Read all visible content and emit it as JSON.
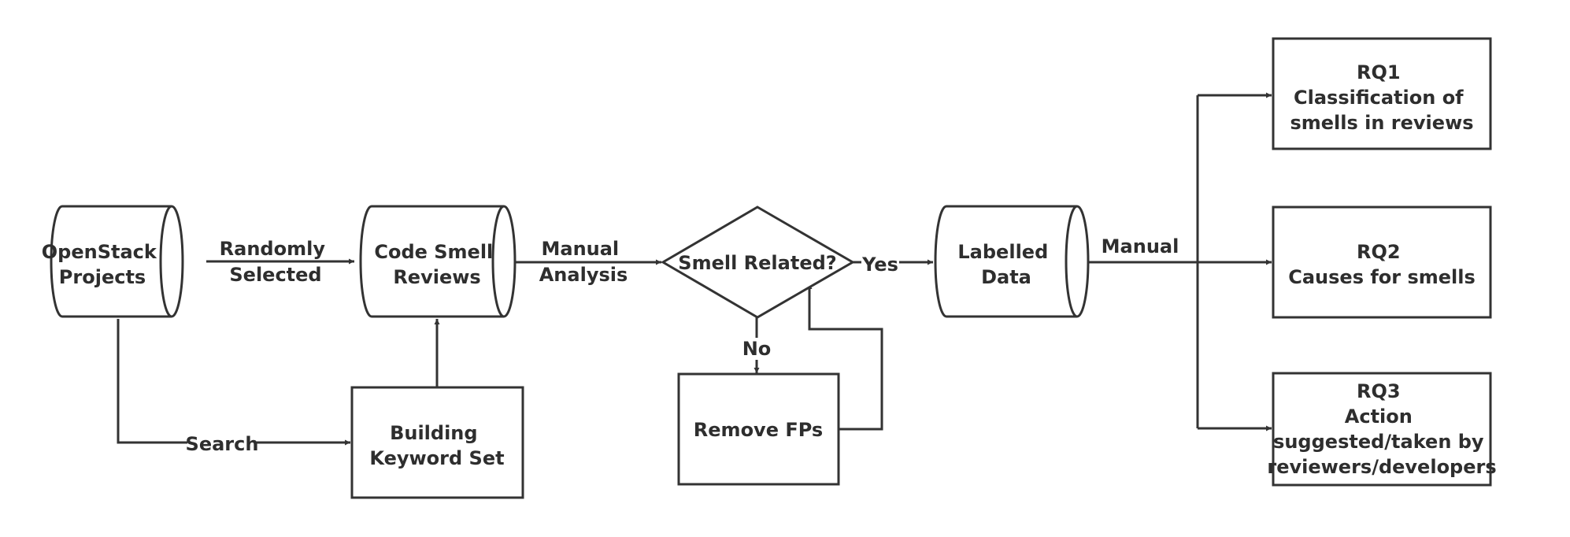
{
  "nodes": {
    "openstack": {
      "lines": [
        "OpenStack",
        "Projects"
      ]
    },
    "code_smell_reviews": {
      "lines": [
        "Code Smell",
        "Reviews"
      ]
    },
    "smell_related": {
      "lines": [
        "Smell Related?"
      ]
    },
    "labelled_data": {
      "lines": [
        "Labelled",
        "Data"
      ]
    },
    "keyword_set": {
      "lines": [
        "Building",
        "Keyword Set"
      ]
    },
    "remove_fps": {
      "lines": [
        "Remove FPs"
      ]
    },
    "rq1": {
      "lines": [
        "RQ1",
        "Classification of",
        "smells in reviews"
      ]
    },
    "rq2": {
      "lines": [
        "RQ2",
        "Causes for smells"
      ]
    },
    "rq3": {
      "lines": [
        "RQ3",
        "Action",
        "suggested/taken by",
        "reviewers/developers"
      ]
    }
  },
  "edges": {
    "randomly_selected": [
      "Randomly",
      "Selected"
    ],
    "manual_analysis": [
      "Manual",
      "Analysis"
    ],
    "yes": "Yes",
    "no": "No",
    "manual": "Manual",
    "search": "Search"
  }
}
